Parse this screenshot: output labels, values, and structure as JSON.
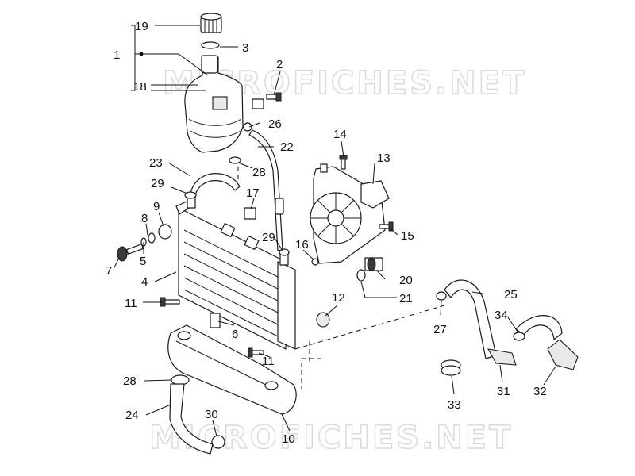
{
  "watermark": "MICROFICHES.NET",
  "callouts": [
    {
      "id": "c19",
      "text": "19"
    },
    {
      "id": "c3",
      "text": "3"
    },
    {
      "id": "c1",
      "text": "1"
    },
    {
      "id": "c2",
      "text": "2"
    },
    {
      "id": "c18",
      "text": "18"
    },
    {
      "id": "c26",
      "text": "26"
    },
    {
      "id": "c22",
      "text": "22"
    },
    {
      "id": "c14",
      "text": "14"
    },
    {
      "id": "c13",
      "text": "13"
    },
    {
      "id": "c23",
      "text": "23"
    },
    {
      "id": "c28a",
      "text": "28"
    },
    {
      "id": "c29a",
      "text": "29"
    },
    {
      "id": "c17",
      "text": "17"
    },
    {
      "id": "c9",
      "text": "9"
    },
    {
      "id": "c8",
      "text": "8"
    },
    {
      "id": "c15",
      "text": "15"
    },
    {
      "id": "c29b",
      "text": "29"
    },
    {
      "id": "c16",
      "text": "16"
    },
    {
      "id": "c5",
      "text": "5"
    },
    {
      "id": "c7",
      "text": "7"
    },
    {
      "id": "c4",
      "text": "4"
    },
    {
      "id": "c20",
      "text": "20"
    },
    {
      "id": "c25",
      "text": "25"
    },
    {
      "id": "c21",
      "text": "21"
    },
    {
      "id": "c11a",
      "text": "11"
    },
    {
      "id": "c12",
      "text": "12"
    },
    {
      "id": "c34",
      "text": "34"
    },
    {
      "id": "c27",
      "text": "27"
    },
    {
      "id": "c6",
      "text": "6"
    },
    {
      "id": "c11b",
      "text": "11"
    },
    {
      "id": "c31",
      "text": "31"
    },
    {
      "id": "c32",
      "text": "32"
    },
    {
      "id": "c28b",
      "text": "28"
    },
    {
      "id": "c33",
      "text": "33"
    },
    {
      "id": "c24",
      "text": "24"
    },
    {
      "id": "c30",
      "text": "30"
    },
    {
      "id": "c10",
      "text": "10"
    }
  ]
}
